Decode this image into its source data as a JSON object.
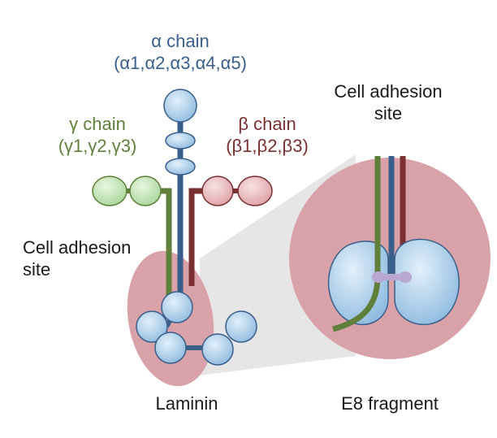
{
  "colors": {
    "alpha": "#3a5f8a",
    "beta": "#7a2f30",
    "gamma": "#5f7f3a",
    "adhesion_site": "#d9a2a8",
    "domain_blue": "#a9cde8",
    "domain_green": "#c2e2b6",
    "domain_red": "#e7b7ba",
    "crosslink": "#b9a7d1"
  },
  "labels": {
    "alpha_chain": "α chain",
    "alpha_isoforms": "(α1,α2,α3,α4,α5)",
    "gamma_chain": "γ chain",
    "gamma_isoforms": "(γ1,γ2,γ3)",
    "beta_chain": "β chain",
    "beta_isoforms": "(β1,β2,β3)",
    "adhesion_left_line1": "Cell adhesion",
    "adhesion_left_line2": "site",
    "adhesion_right_line1": "Cell adhesion",
    "adhesion_right_line2": "site",
    "laminin": "Laminin",
    "e8_fragment": "E8 fragment"
  }
}
